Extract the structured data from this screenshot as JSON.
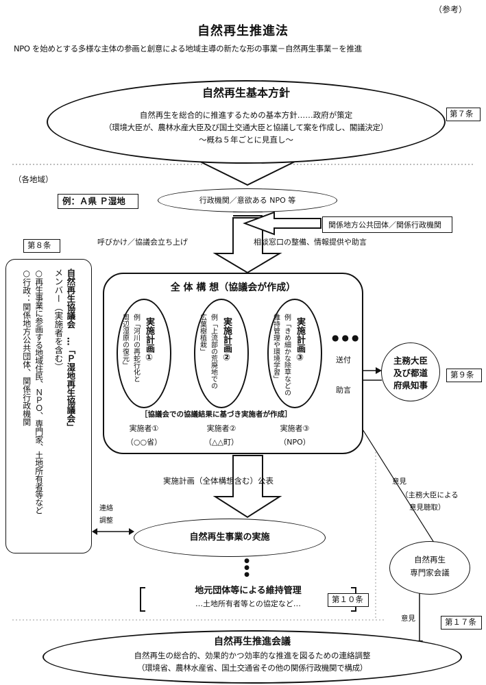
{
  "ref": "（参考）",
  "title": "自然再生推進法",
  "subtitle": "NPO を始めとする多様な主体の参画と創意による地域主導の新たな形の事業－自然再生事業－を推進",
  "basic_policy": {
    "title": "自然再生基本方針",
    "line1": "自然再生を総合的に推進するための基本方針……政府が策定",
    "line2": "（環境大臣が、農林水産大臣及び国土交通大臣と協議して案を作成し、閣議決定）",
    "line3": "～概ね５年ごとに見直し～",
    "article": "第７条"
  },
  "region_label": "（各地域）",
  "example_label": "例：Ａ県 Ｐ湿地",
  "gov_npo": "行政機関／意欲ある NPO 等",
  "local_gov": "関係地方公共団体／関係行政機関",
  "call_label": "呼びかけ／協議会立ち上げ",
  "consult_label": "相談窓口の整備、情報提供や助言",
  "article8": "第８条",
  "council": {
    "col1": "自然再生協議会　…「Ｐ湿地再生協議会」",
    "col2": "メンバー（実施者を含む）",
    "col3": "○再生事業に参画する地域住民、ＮＰＯ、専門家、土地所有者等など",
    "col4": "○行政：関係地方公共団体、関係行政機関"
  },
  "overall_plan": "全 体 構 想（協議会が作成）",
  "plans": [
    {
      "title": "実施計画①",
      "desc1": "例「河川の再蛇行化と",
      "desc2": "周辺湿原の復元」"
    },
    {
      "title": "実施計画②",
      "desc1": "例「上流部の荒廃地での",
      "desc2": "広葉樹植栽」"
    },
    {
      "title": "実施計画③",
      "desc1": "例「きめ細かな除草などの",
      "desc2": "維持管理や環境学習」"
    }
  ],
  "dots": "●●●",
  "consult_result": "［協議会での協議結果に基づき実施者が作成］",
  "implementers": [
    {
      "name": "実施者①",
      "org": "（○○省）"
    },
    {
      "name": "実施者②",
      "org": "（△△町）"
    },
    {
      "name": "実施者③",
      "org": "（NPO）"
    }
  ],
  "send_label": "送付",
  "advice_label": "助言",
  "minister": {
    "line1": "主務大臣",
    "line2": "及び都道",
    "line3": "府県知事"
  },
  "article9": "第９条",
  "publish_label": "実施計画（全体構想含む）公表",
  "liaison1": "連絡",
  "liaison2": "調整",
  "implementation": "自然再生事業の実施",
  "vdots": "●●●",
  "maintenance": {
    "title": "地元団体等による維持管理",
    "sub": "…土地所有者等との協定など…"
  },
  "article10": "第１０条",
  "opinion_label": "意見",
  "opinion_sub1": "（主務大臣による",
  "opinion_sub2": "意見聴取）",
  "expert": {
    "line1": "自然再生",
    "line2": "専門家会議"
  },
  "opinion_label2": "意見",
  "article17": "第１７条",
  "promotion": {
    "title": "自然再生推進会議",
    "line1": "自然再生の総合的、効果的かつ効率的な推進を図るための連絡調整",
    "line2": "（環境省、農林水産省、国土交通省その他の関係行政機関で構成）"
  }
}
